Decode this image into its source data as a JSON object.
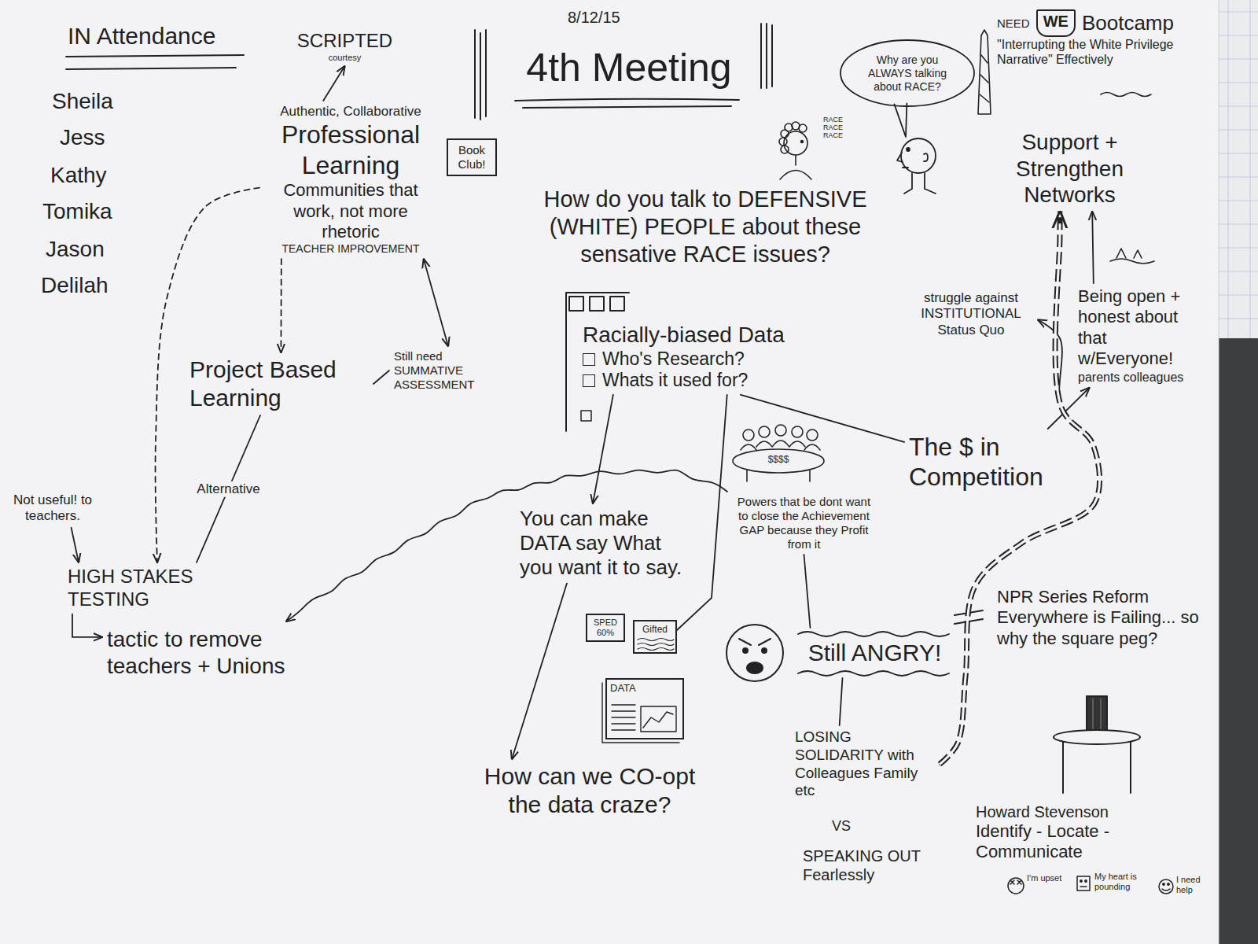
{
  "diagram": {
    "title": "4th Meeting",
    "nodes": [
      {
        "text": [
          "SCRIPTED",
          "courtesy"
        ]
      },
      {
        "text": [
          "Authentic, Collaborative",
          "Professional Learning",
          "Communities that work, not more rhetoric",
          "TEACHER IMPROVEMENT"
        ]
      },
      {
        "text": [
          "Book Club!"
        ]
      },
      {
        "text": [
          "Project Based Learning"
        ]
      },
      {
        "text": [
          "Still need SUMMATIVE ASSESSMENT"
        ]
      },
      {
        "text": [
          "HIGH STAKES TESTING"
        ]
      },
      {
        "text": [
          "tactic to remove teachers + Unions"
        ]
      },
      {
        "text": [
          "Not useful! to teachers."
        ]
      },
      {
        "text": [
          "Why are you ALWAYS talking about RACE?"
        ]
      },
      {
        "text": [
          "How do you talk to DEFENSIVE (WHITE) PEOPLE about these sensative RACE issues?"
        ]
      },
      {
        "text": [
          "Racially-biased Data",
          "Who's Research?",
          "Whats it used for?"
        ]
      },
      {
        "text": [
          "You can make DATA say What you want it to say."
        ]
      },
      {
        "text": [
          "SPED 60%"
        ]
      },
      {
        "text": [
          "Gifted"
        ]
      },
      {
        "text": [
          "DATA"
        ]
      },
      {
        "text": [
          "How can we CO-opt the data craze?"
        ]
      },
      {
        "text": [
          "Powers that be dont want to close the Achievement GAP because they Profit from it"
        ]
      },
      {
        "text": [
          "The $ in Competition"
        ]
      },
      {
        "text": [
          "Still ANGRY!"
        ]
      },
      {
        "text": [
          "LOSING SOLIDARITY with Colleagues Family etc"
        ]
      },
      {
        "text": [
          "SPEAKING OUT Fearlessly"
        ]
      },
      {
        "text": [
          "NEED",
          "Bootcamp",
          "\"Interrupting the White Privilege Narrative\" Effectively"
        ]
      },
      {
        "text": [
          "WE"
        ],
        "in": 21
      },
      {
        "text": [
          "Support + Strengthen Networks"
        ]
      },
      {
        "text": [
          "struggle against INSTITUTIONAL Status Quo"
        ]
      },
      {
        "text": [
          "Being open + honest about that w/Everyone!",
          "parents colleagues"
        ]
      },
      {
        "text": [
          "NPR Series Reform Everywhere is Failing... so why the square peg?"
        ]
      },
      {
        "text": [
          "Howard Stevenson",
          "Identify - Locate - Communicate"
        ]
      }
    ],
    "edges": [
      {
        "from": 1,
        "to": 0,
        "arrow": "to"
      },
      {
        "from": 1,
        "to": 3,
        "arrow": "to"
      },
      {
        "from": 1,
        "to": 5,
        "arrow": "to"
      },
      {
        "from": 1,
        "to": 4,
        "arrow": "both"
      },
      {
        "from": 3,
        "to": 4,
        "arrow": "none"
      },
      {
        "from": 3,
        "to": 5,
        "label": "Alternative",
        "arrow": "none"
      },
      {
        "from": 7,
        "to": 5,
        "arrow": "to"
      },
      {
        "from": 5,
        "to": 6,
        "arrow": "to"
      },
      {
        "from": 10,
        "to": 11,
        "arrow": "to"
      },
      {
        "from": 10,
        "to": 13,
        "arrow": "none"
      },
      {
        "from": 10,
        "to": 17,
        "arrow": "none"
      },
      {
        "from": 16,
        "to": 6,
        "arrow": "to"
      },
      {
        "from": 11,
        "to": 15,
        "arrow": "to"
      },
      {
        "from": 16,
        "to": 18,
        "arrow": "none"
      },
      {
        "from": 18,
        "to": 19,
        "arrow": "none"
      },
      {
        "from": 19,
        "to": 24,
        "arrow": "to"
      },
      {
        "from": 19,
        "to": 23,
        "arrow": "to"
      },
      {
        "from": 17,
        "to": 25,
        "arrow": "to"
      },
      {
        "from": 25,
        "to": 23,
        "arrow": "to"
      }
    ],
    "labels": [
      "IN Attendance",
      "Sheila",
      "Jess",
      "Kathy",
      "Tomika",
      "Jason",
      "Delilah",
      "8/12/15",
      "RACE RACE RACE",
      "$$$$",
      "VS",
      "I'm upset",
      "My heart is pounding",
      "I need help"
    ]
  }
}
